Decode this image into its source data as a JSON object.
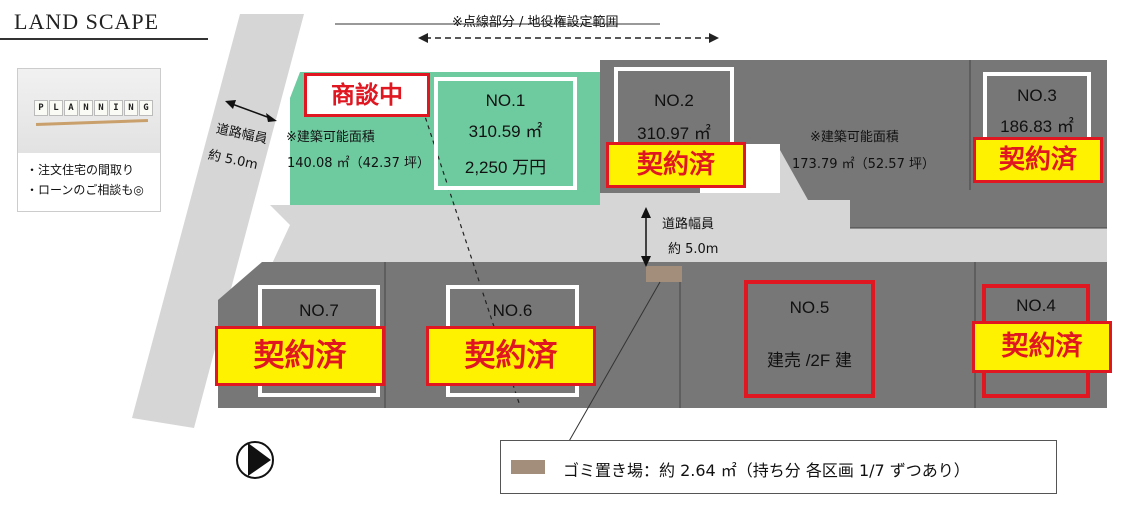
{
  "header": {
    "brand": "LAND SCAPE"
  },
  "planning_card": {
    "tiles": [
      "P",
      "L",
      "A",
      "N",
      "N",
      "I",
      "N",
      "G"
    ],
    "bullets": [
      "・注文住宅の間取り",
      "・ローンのご相談も◎"
    ]
  },
  "dotted_note": "※点線部分 / 地役権設定範囲",
  "roads": {
    "left": {
      "title": "道路幅員",
      "width": "約 5.0m"
    },
    "center": {
      "title": "道路幅員",
      "width": "約 5.0m"
    }
  },
  "buildable_area_label": "※建築可能面積",
  "lot1": {
    "no": "NO.1",
    "area": "310.59 ㎡",
    "price": "2,250 万円",
    "status": "商談中",
    "buildable": "140.08 ㎡（42.37 坪）"
  },
  "lot2": {
    "no": "NO.2",
    "area": "310.97 ㎡",
    "status": "契約済"
  },
  "lot3": {
    "no": "NO.3",
    "area": "186.83 ㎡",
    "status": "契約済"
  },
  "lot23_buildable": "173.79 ㎡（52.57 坪）",
  "lot4": {
    "no": "NO.4",
    "status": "契約済"
  },
  "lot5": {
    "no": "NO.5",
    "note": "建売 /2F 建"
  },
  "lot6": {
    "no": "NO.6",
    "status": "契約済"
  },
  "lot7": {
    "no": "NO.7",
    "status": "契約済"
  },
  "legend": {
    "text": "ゴミ置き場：約 2.64 ㎡（持ち分 各区画 1/7 ずつあり）"
  },
  "colors": {
    "lot_gray": "#777777",
    "road_gray": "#d6d6d6",
    "lot1_green": "#6ecba0",
    "sold_red": "#e01620",
    "sold_yellow": "#fff200",
    "garbage_brown": "#a38e7c"
  }
}
